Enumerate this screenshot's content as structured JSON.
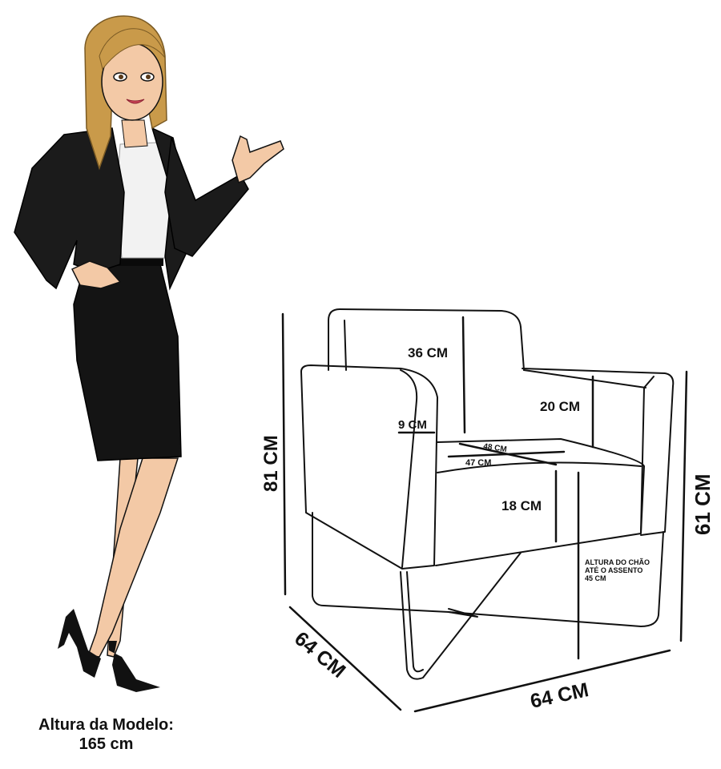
{
  "colors": {
    "jacket": "#1b1b1b",
    "skirt": "#141414",
    "shirt": "#f2f2f2",
    "skin": "#f3c9a6",
    "hair": "#c99a4a",
    "outline": "#111111",
    "ink": "#111111"
  },
  "dimensions": {
    "backrest_height": "36 CM",
    "armrest_height": "20 CM",
    "armrest_width": "9 CM",
    "seat_depth": "48 CM",
    "seat_width": "47 CM",
    "cushion_height": "18 CM",
    "total_height": "81 CM",
    "side_height": "61 CM",
    "depth": "64 CM",
    "width": "64 CM",
    "seat_height_line1": "ALTURA DO CHÃO",
    "seat_height_line2": "ATÉ O ASSENTO",
    "seat_height_line3": "45 CM"
  },
  "model": {
    "caption_line1": "Altura da Modelo:",
    "caption_line2": "165 cm"
  }
}
